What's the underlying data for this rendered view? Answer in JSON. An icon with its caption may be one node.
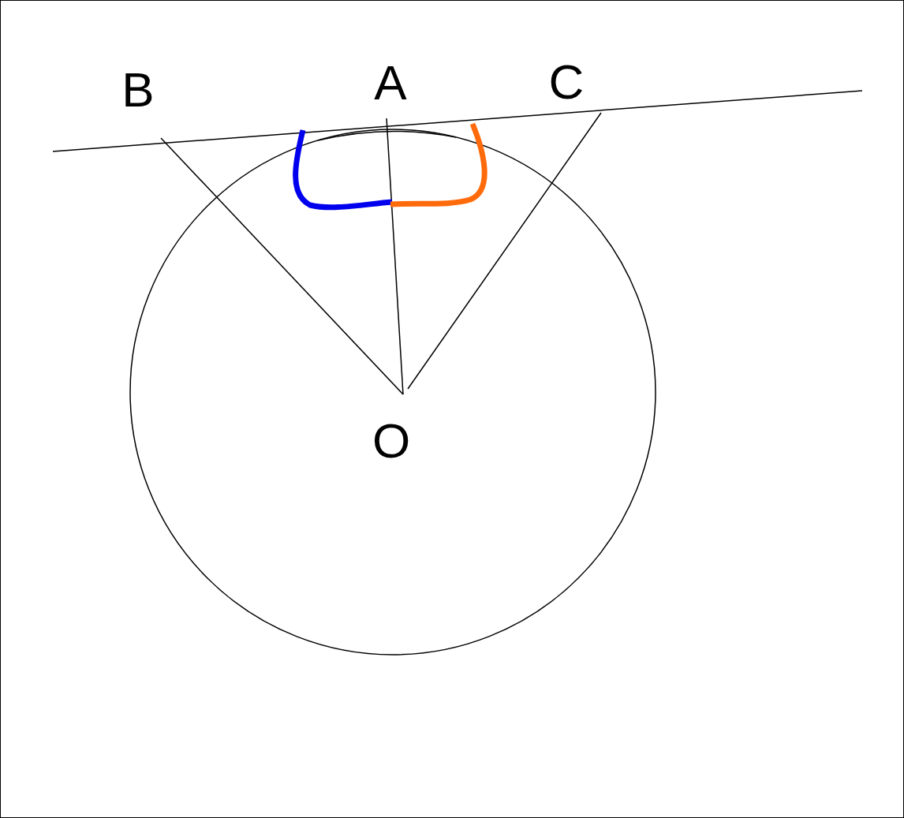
{
  "diagram": {
    "labels": [
      "B",
      "A",
      "C",
      "O"
    ]
  }
}
